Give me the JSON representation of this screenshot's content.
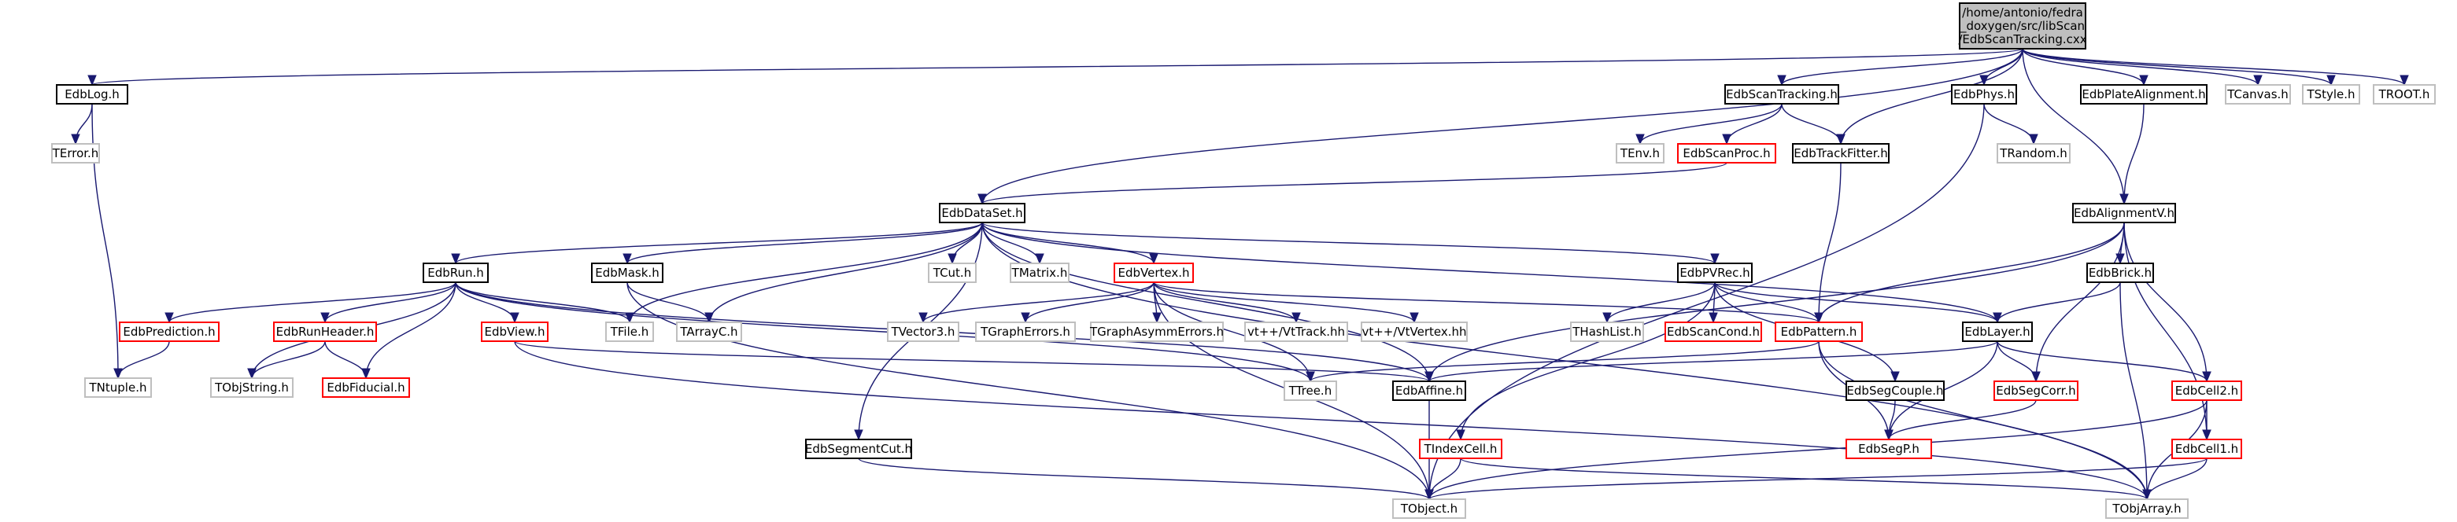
{
  "colors": {
    "edge": "#191970",
    "documented": "#000000",
    "undocumented": "#bfbfbf",
    "incomplete": "#ff0000",
    "root_fill": "#bfbfbf"
  },
  "nodes": [
    {
      "id": "root",
      "kind": "root",
      "lines": [
        "/home/antonio/fedra",
        "_doxygen/src/libScan",
        "/EdbScanTracking.cxx"
      ]
    },
    {
      "id": "EdbLog",
      "kind": "documented",
      "lines": [
        "EdbLog.h"
      ]
    },
    {
      "id": "TError",
      "kind": "undocumented",
      "lines": [
        "TError.h"
      ]
    },
    {
      "id": "TNtuple",
      "kind": "undocumented",
      "lines": [
        "TNtuple.h"
      ]
    },
    {
      "id": "EdbScanTracking",
      "kind": "documented",
      "lines": [
        "EdbScanTracking.h"
      ]
    },
    {
      "id": "TEnv",
      "kind": "undocumented",
      "lines": [
        "TEnv.h"
      ]
    },
    {
      "id": "EdbScanProc",
      "kind": "incomplete",
      "lines": [
        "EdbScanProc.h"
      ]
    },
    {
      "id": "EdbTrackFitter",
      "kind": "documented",
      "lines": [
        "EdbTrackFitter.h"
      ]
    },
    {
      "id": "EdbPhys",
      "kind": "documented",
      "lines": [
        "EdbPhys.h"
      ]
    },
    {
      "id": "TRandom",
      "kind": "undocumented",
      "lines": [
        "TRandom.h"
      ]
    },
    {
      "id": "EdbPlateAlignment",
      "kind": "documented",
      "lines": [
        "EdbPlateAlignment.h"
      ]
    },
    {
      "id": "TCanvas",
      "kind": "undocumented",
      "lines": [
        "TCanvas.h"
      ]
    },
    {
      "id": "TStyle",
      "kind": "undocumented",
      "lines": [
        "TStyle.h"
      ]
    },
    {
      "id": "TROOT",
      "kind": "undocumented",
      "lines": [
        "TROOT.h"
      ]
    },
    {
      "id": "EdbDataSet",
      "kind": "documented",
      "lines": [
        "EdbDataSet.h"
      ]
    },
    {
      "id": "EdbAlignmentV",
      "kind": "documented",
      "lines": [
        "EdbAlignmentV.h"
      ]
    },
    {
      "id": "EdbRun",
      "kind": "documented",
      "lines": [
        "EdbRun.h"
      ]
    },
    {
      "id": "EdbMask",
      "kind": "documented",
      "lines": [
        "EdbMask.h"
      ]
    },
    {
      "id": "TCut",
      "kind": "undocumented",
      "lines": [
        "TCut.h"
      ]
    },
    {
      "id": "TMatrix",
      "kind": "undocumented",
      "lines": [
        "TMatrix.h"
      ]
    },
    {
      "id": "EdbVertex",
      "kind": "incomplete",
      "lines": [
        "EdbVertex.h"
      ]
    },
    {
      "id": "EdbPVRec",
      "kind": "documented",
      "lines": [
        "EdbPVRec.h"
      ]
    },
    {
      "id": "EdbBrick",
      "kind": "documented",
      "lines": [
        "EdbBrick.h"
      ]
    },
    {
      "id": "EdbPrediction",
      "kind": "incomplete",
      "lines": [
        "EdbPrediction.h"
      ]
    },
    {
      "id": "EdbRunHeader",
      "kind": "incomplete",
      "lines": [
        "EdbRunHeader.h"
      ]
    },
    {
      "id": "EdbView",
      "kind": "incomplete",
      "lines": [
        "EdbView.h"
      ]
    },
    {
      "id": "TFile",
      "kind": "undocumented",
      "lines": [
        "TFile.h"
      ]
    },
    {
      "id": "TArrayC",
      "kind": "undocumented",
      "lines": [
        "TArrayC.h"
      ]
    },
    {
      "id": "TVector3",
      "kind": "undocumented",
      "lines": [
        "TVector3.h"
      ]
    },
    {
      "id": "TGraphErrors",
      "kind": "undocumented",
      "lines": [
        "TGraphErrors.h"
      ]
    },
    {
      "id": "TGraphAsymmErrors",
      "kind": "undocumented",
      "lines": [
        "TGraphAsymmErrors.h"
      ]
    },
    {
      "id": "VtTrack",
      "kind": "undocumented",
      "lines": [
        "vt++/VtTrack.hh"
      ]
    },
    {
      "id": "VtVertex",
      "kind": "undocumented",
      "lines": [
        "vt++/VtVertex.hh"
      ]
    },
    {
      "id": "THashList",
      "kind": "undocumented",
      "lines": [
        "THashList.h"
      ]
    },
    {
      "id": "EdbScanCond",
      "kind": "incomplete",
      "lines": [
        "EdbScanCond.h"
      ]
    },
    {
      "id": "EdbPattern",
      "kind": "incomplete",
      "lines": [
        "EdbPattern.h"
      ]
    },
    {
      "id": "EdbLayer",
      "kind": "documented",
      "lines": [
        "EdbLayer.h"
      ]
    },
    {
      "id": "TNtupleB",
      "kind": "undocumented",
      "lines": [
        "TNtuple.h"
      ]
    },
    {
      "id": "TObjString",
      "kind": "undocumented",
      "lines": [
        "TObjString.h"
      ]
    },
    {
      "id": "EdbFiducial",
      "kind": "incomplete",
      "lines": [
        "EdbFiducial.h"
      ]
    },
    {
      "id": "TTree",
      "kind": "undocumented",
      "lines": [
        "TTree.h"
      ]
    },
    {
      "id": "EdbAffine",
      "kind": "documented",
      "lines": [
        "EdbAffine.h"
      ]
    },
    {
      "id": "EdbSegCorr",
      "kind": "incomplete",
      "lines": [
        "EdbSegCorr.h"
      ]
    },
    {
      "id": "EdbCell2",
      "kind": "incomplete",
      "lines": [
        "EdbCell2.h"
      ]
    },
    {
      "id": "EdbSegCouple",
      "kind": "documented",
      "lines": [
        "EdbSegCouple.h"
      ]
    },
    {
      "id": "EdbSegP",
      "kind": "incomplete",
      "lines": [
        "EdbSegP.h"
      ]
    },
    {
      "id": "EdbSegmentCut",
      "kind": "documented",
      "lines": [
        "EdbSegmentCut.h"
      ]
    },
    {
      "id": "TIndexCell",
      "kind": "incomplete",
      "lines": [
        "TIndexCell.h"
      ]
    },
    {
      "id": "EdbCell1",
      "kind": "incomplete",
      "lines": [
        "EdbCell1.h"
      ]
    },
    {
      "id": "TObject",
      "kind": "undocumented",
      "lines": [
        "TObject.h"
      ]
    },
    {
      "id": "TObjArray",
      "kind": "undocumented",
      "lines": [
        "TObjArray.h"
      ]
    }
  ],
  "edges": [
    [
      "root",
      "EdbLog"
    ],
    [
      "root",
      "EdbScanTracking"
    ],
    [
      "root",
      "EdbTrackFitter"
    ],
    [
      "root",
      "EdbPhys"
    ],
    [
      "root",
      "EdbPlateAlignment"
    ],
    [
      "root",
      "TCanvas"
    ],
    [
      "root",
      "TStyle"
    ],
    [
      "root",
      "TROOT"
    ],
    [
      "root",
      "EdbDataSet"
    ],
    [
      "root",
      "EdbAlignmentV"
    ],
    [
      "EdbLog",
      "TError"
    ],
    [
      "EdbLog",
      "TNtuple"
    ],
    [
      "EdbScanTracking",
      "TEnv"
    ],
    [
      "EdbScanTracking",
      "EdbScanProc"
    ],
    [
      "EdbScanTracking",
      "EdbTrackFitter"
    ],
    [
      "EdbScanProc",
      "EdbDataSet"
    ],
    [
      "EdbTrackFitter",
      "EdbPattern"
    ],
    [
      "EdbPhys",
      "TRandom"
    ],
    [
      "EdbPhys",
      "TObject"
    ],
    [
      "EdbPlateAlignment",
      "EdbAlignmentV"
    ],
    [
      "EdbDataSet",
      "EdbRun"
    ],
    [
      "EdbDataSet",
      "EdbMask"
    ],
    [
      "EdbDataSet",
      "TCut"
    ],
    [
      "EdbDataSet",
      "TMatrix"
    ],
    [
      "EdbDataSet",
      "EdbVertex"
    ],
    [
      "EdbDataSet",
      "EdbPVRec"
    ],
    [
      "EdbDataSet",
      "TFile"
    ],
    [
      "EdbDataSet",
      "TArrayC"
    ],
    [
      "EdbDataSet",
      "EdbLayer"
    ],
    [
      "EdbDataSet",
      "EdbSegmentCut"
    ],
    [
      "EdbDataSet",
      "EdbAffine"
    ],
    [
      "EdbDataSet",
      "TObjArray"
    ],
    [
      "EdbAlignmentV",
      "EdbBrick"
    ],
    [
      "EdbAlignmentV",
      "EdbPattern"
    ],
    [
      "EdbAlignmentV",
      "EdbSegCorr"
    ],
    [
      "EdbAlignmentV",
      "EdbCell2"
    ],
    [
      "EdbAlignmentV",
      "EdbCell1"
    ],
    [
      "EdbAlignmentV",
      "EdbAffine"
    ],
    [
      "EdbRun",
      "EdbPrediction"
    ],
    [
      "EdbRun",
      "EdbRunHeader"
    ],
    [
      "EdbRun",
      "EdbView"
    ],
    [
      "EdbRun",
      "TFile"
    ],
    [
      "EdbRun",
      "TObjString"
    ],
    [
      "EdbRun",
      "EdbFiducial"
    ],
    [
      "EdbRun",
      "TTree"
    ],
    [
      "EdbRun",
      "EdbAffine"
    ],
    [
      "EdbMask",
      "TArrayC"
    ],
    [
      "EdbMask",
      "TObject"
    ],
    [
      "EdbVertex",
      "TVector3"
    ],
    [
      "EdbVertex",
      "TGraphErrors"
    ],
    [
      "EdbVertex",
      "TGraphAsymmErrors"
    ],
    [
      "EdbVertex",
      "VtTrack"
    ],
    [
      "EdbVertex",
      "VtVertex"
    ],
    [
      "EdbVertex",
      "EdbPattern"
    ],
    [
      "EdbVertex",
      "TTree"
    ],
    [
      "EdbVertex",
      "TObject"
    ],
    [
      "EdbPVRec",
      "THashList"
    ],
    [
      "EdbPVRec",
      "EdbScanCond"
    ],
    [
      "EdbPVRec",
      "EdbPattern"
    ],
    [
      "EdbPVRec",
      "EdbLayer"
    ],
    [
      "EdbPVRec",
      "EdbSegCouple"
    ],
    [
      "EdbPVRec",
      "TIndexCell"
    ],
    [
      "EdbBrick",
      "EdbLayer"
    ],
    [
      "EdbBrick",
      "TObjArray"
    ],
    [
      "EdbPrediction",
      "TNtupleB"
    ],
    [
      "EdbRunHeader",
      "TObjString"
    ],
    [
      "EdbRunHeader",
      "EdbFiducial"
    ],
    [
      "EdbView",
      "EdbAffine"
    ],
    [
      "EdbView",
      "TObjArray"
    ],
    [
      "EdbPattern",
      "TTree"
    ],
    [
      "EdbPattern",
      "EdbSegP"
    ],
    [
      "EdbPattern",
      "TObjArray"
    ],
    [
      "EdbLayer",
      "EdbAffine"
    ],
    [
      "EdbLayer",
      "EdbSegCorr"
    ],
    [
      "EdbLayer",
      "EdbCell2"
    ],
    [
      "EdbLayer",
      "EdbSegP"
    ],
    [
      "EdbSegCorr",
      "EdbSegP"
    ],
    [
      "EdbCell2",
      "EdbCell1"
    ],
    [
      "EdbCell2",
      "TObject"
    ],
    [
      "EdbCell2",
      "TObjArray"
    ],
    [
      "EdbSegCouple",
      "EdbSegP"
    ],
    [
      "EdbAffine",
      "TObject"
    ],
    [
      "EdbSegmentCut",
      "TObject"
    ],
    [
      "TIndexCell",
      "TObject"
    ],
    [
      "TIndexCell",
      "TObjArray"
    ],
    [
      "EdbCell1",
      "TObject"
    ],
    [
      "EdbCell1",
      "TObjArray"
    ]
  ]
}
